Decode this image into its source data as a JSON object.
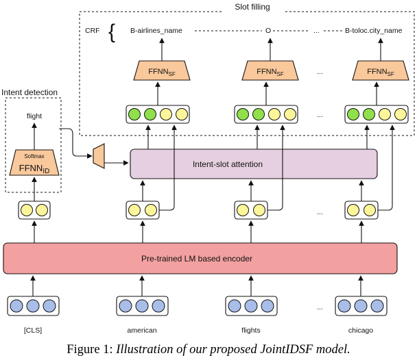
{
  "slot_filling": {
    "title": "Slot filling",
    "crf_label": "CRF",
    "crf_brace": "{",
    "outputs": [
      "B-airlines_name",
      "O",
      "B-toloc.city_name"
    ],
    "ellipsis": "..."
  },
  "intent_detection": {
    "title": "Intent detection",
    "output": "flight",
    "softmax_label": "Softmax",
    "ffnn_main": "FFNN",
    "ffnn_sub": "ID"
  },
  "ffnn_sf": {
    "main": "FFNN",
    "sub": "SF"
  },
  "attention_label": "Intent-slot attention",
  "encoder_label": "Pre-trained LM based encoder",
  "inputs": [
    "[CLS]",
    "american",
    "flights",
    "chicago"
  ],
  "ellipsis": "...",
  "caption": {
    "prefix": "Figure 1: ",
    "text": "Illustration of our proposed JointIDSF model."
  },
  "colors": {
    "encoder_fill": "#f2a0a0",
    "attention_fill": "#e6cfe0",
    "ffnn_fill": "#f9c89b",
    "input_node": "#a8bde8",
    "hidden_node": "#fdf59a",
    "green_node": "#8fe04a"
  }
}
